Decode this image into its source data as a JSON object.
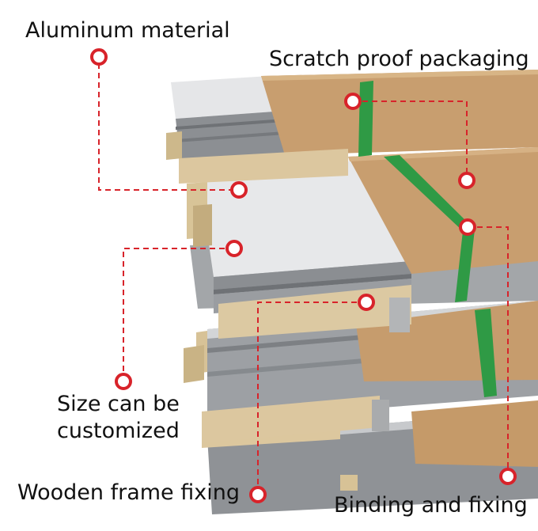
{
  "labels": {
    "aluminum": "Aluminum material",
    "scratch": "Scratch proof packaging",
    "size_line1": "Size can be",
    "size_line2": "customized",
    "wooden": "Wooden frame fixing",
    "binding": "Binding and fixing"
  },
  "colors": {
    "callout_red": "#d8232a",
    "band_green": "#2f9a45",
    "kraft_paper": "#c69c6d",
    "wood": "#d9c49a",
    "sheet_metal": "#b9bcbf"
  }
}
